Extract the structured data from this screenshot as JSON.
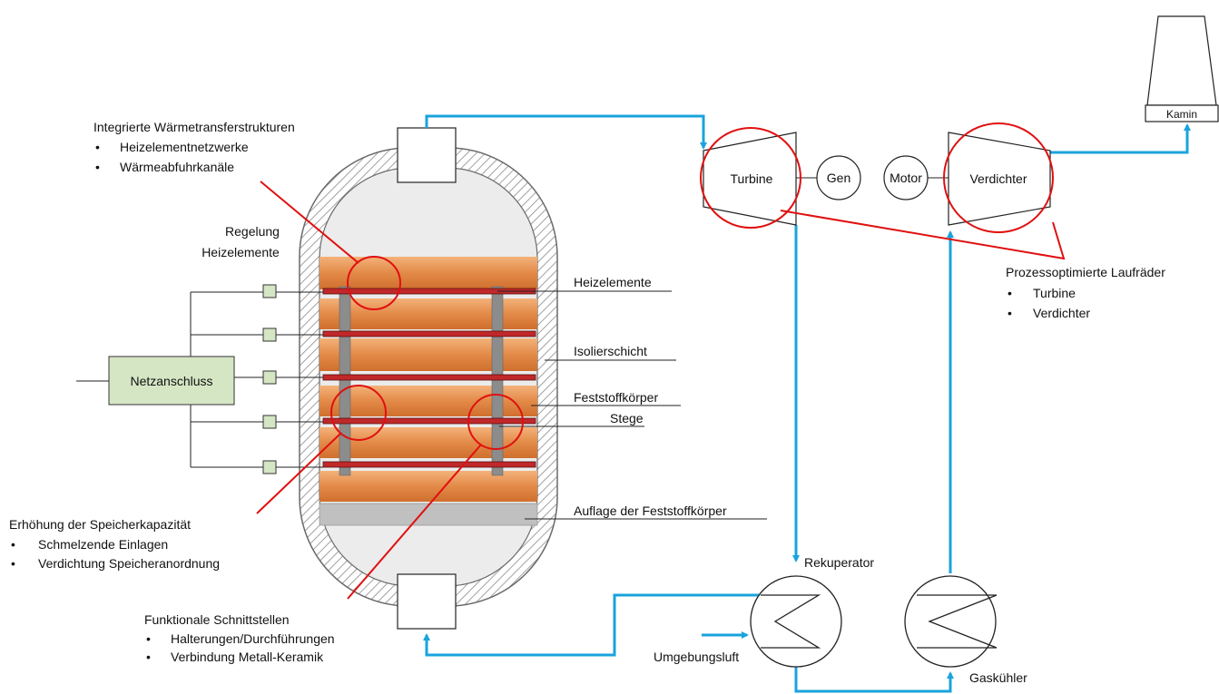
{
  "labels": {
    "integrated_title": "Integrierte Wärmetransferstrukturen",
    "integrated_items": [
      "Heizelementnetzwerke",
      "Wärmeabfuhrkanäle"
    ],
    "regelung_line1": "Regelung",
    "regelung_line2": "Heizelemente",
    "netzanschluss": "Netzanschluss",
    "heizelemente": "Heizelemente",
    "isolierschicht": "Isolierschicht",
    "feststoffkoerper": "Feststoffkörper",
    "stege": "Stege",
    "auflage": "Auflage der Feststoffkörper",
    "erhoehung_title": "Erhöhung der Speicherkapazität",
    "erhoehung_items": [
      "Schmelzende Einlagen",
      "Verdichtung Speicheranordnung"
    ],
    "funktionale_title": "Funktionale Schnittstellen",
    "funktionale_items": [
      "Halterungen/Durchführungen",
      "Verbindung Metall-Keramik"
    ],
    "turbine": "Turbine",
    "gen": "Gen",
    "motor": "Motor",
    "verdichter": "Verdichter",
    "kamin": "Kamin",
    "prozess_title": "Prozessoptimierte Laufräder",
    "prozess_items": [
      "Turbine",
      "Verdichter"
    ],
    "rekuperator": "Rekuperator",
    "umgebungsluft": "Umgebungsluft",
    "gaskuehler": "Gaskühler"
  },
  "colors": {
    "flow_pipe": "#1aa3dd",
    "highlight_circle": "#e01010",
    "block_orange": "#e89050",
    "heater_rod": "#c0282a",
    "grid_box": "#d5e6c4",
    "support": "#c0c0c0"
  }
}
